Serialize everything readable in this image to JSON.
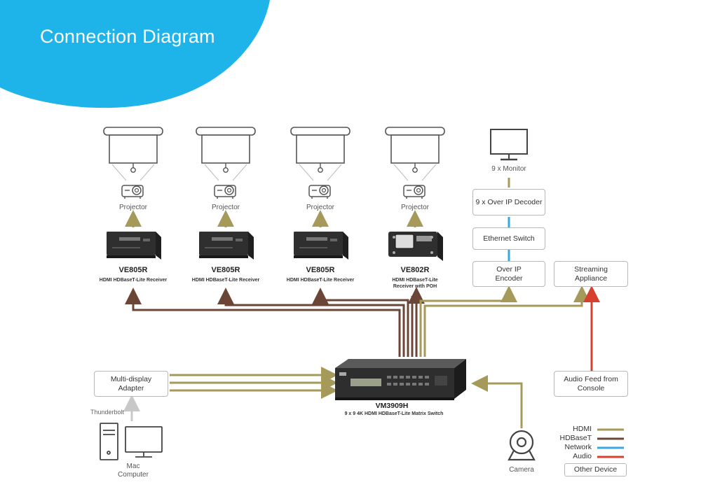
{
  "title": "Connection Diagram",
  "projector_label": "Projector",
  "receivers": [
    {
      "model": "VE805R",
      "desc": "HDMI HDBaseT-Lite Receiver"
    },
    {
      "model": "VE805R",
      "desc": "HDMI HDBaseT-Lite Receiver"
    },
    {
      "model": "VE805R",
      "desc": "HDMI HDBaseT-Lite Receiver"
    },
    {
      "model": "VE802R",
      "desc": "HDMI HDBaseT-Lite Receiver with POH"
    }
  ],
  "monitor_label": "9 x Monitor",
  "boxes": {
    "decoder": "9 x Over IP Decoder",
    "ethernet_switch": "Ethernet Switch",
    "encoder": "Over IP Encoder",
    "streaming": "Streaming Appliance",
    "audio_feed": "Audio Feed from Console",
    "multi_display": "Multi-display Adapter"
  },
  "switch": {
    "model": "VM3909H",
    "desc": "9 x 9 4K HDMI HDBaseT-Lite Matrix Switch"
  },
  "thunderbolt_label": "Thunderbolt",
  "mac_label": "Mac Computer",
  "camera_label": "Camera",
  "legend": [
    {
      "label": "HDMI",
      "color": "#a69a5a"
    },
    {
      "label": "HDBaseT",
      "color": "#6b4637"
    },
    {
      "label": "Network",
      "color": "#3aa7e0"
    },
    {
      "label": "Audio",
      "color": "#d6412f"
    }
  ],
  "legend_other": "Other Device",
  "colors": {
    "accent": "#1eb4ea",
    "hdmi": "#a69a5a",
    "hdbaset": "#6b4637",
    "network": "#3aa7e0",
    "audio": "#d6412f",
    "other": "#c8c8c8"
  }
}
